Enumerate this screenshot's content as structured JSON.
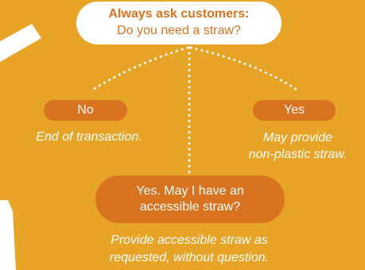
{
  "colors": {
    "background": "#e8a427",
    "accent": "#d9731f",
    "bubble": "#ffffff",
    "text_light": "#ffffff"
  },
  "question": {
    "title": "Always ask customers:",
    "text": "Do you need a straw?"
  },
  "answers": {
    "no": {
      "label": "No",
      "outcome": "End of transaction."
    },
    "yes": {
      "label": "Yes",
      "outcome_line1": "May provide",
      "outcome_line2": "non-plastic straw."
    },
    "accessible": {
      "label_line1": "Yes. May I have an",
      "label_line2": "accessible straw?",
      "outcome_line1": "Provide accessible straw as",
      "outcome_line2": "requested, without question."
    }
  }
}
